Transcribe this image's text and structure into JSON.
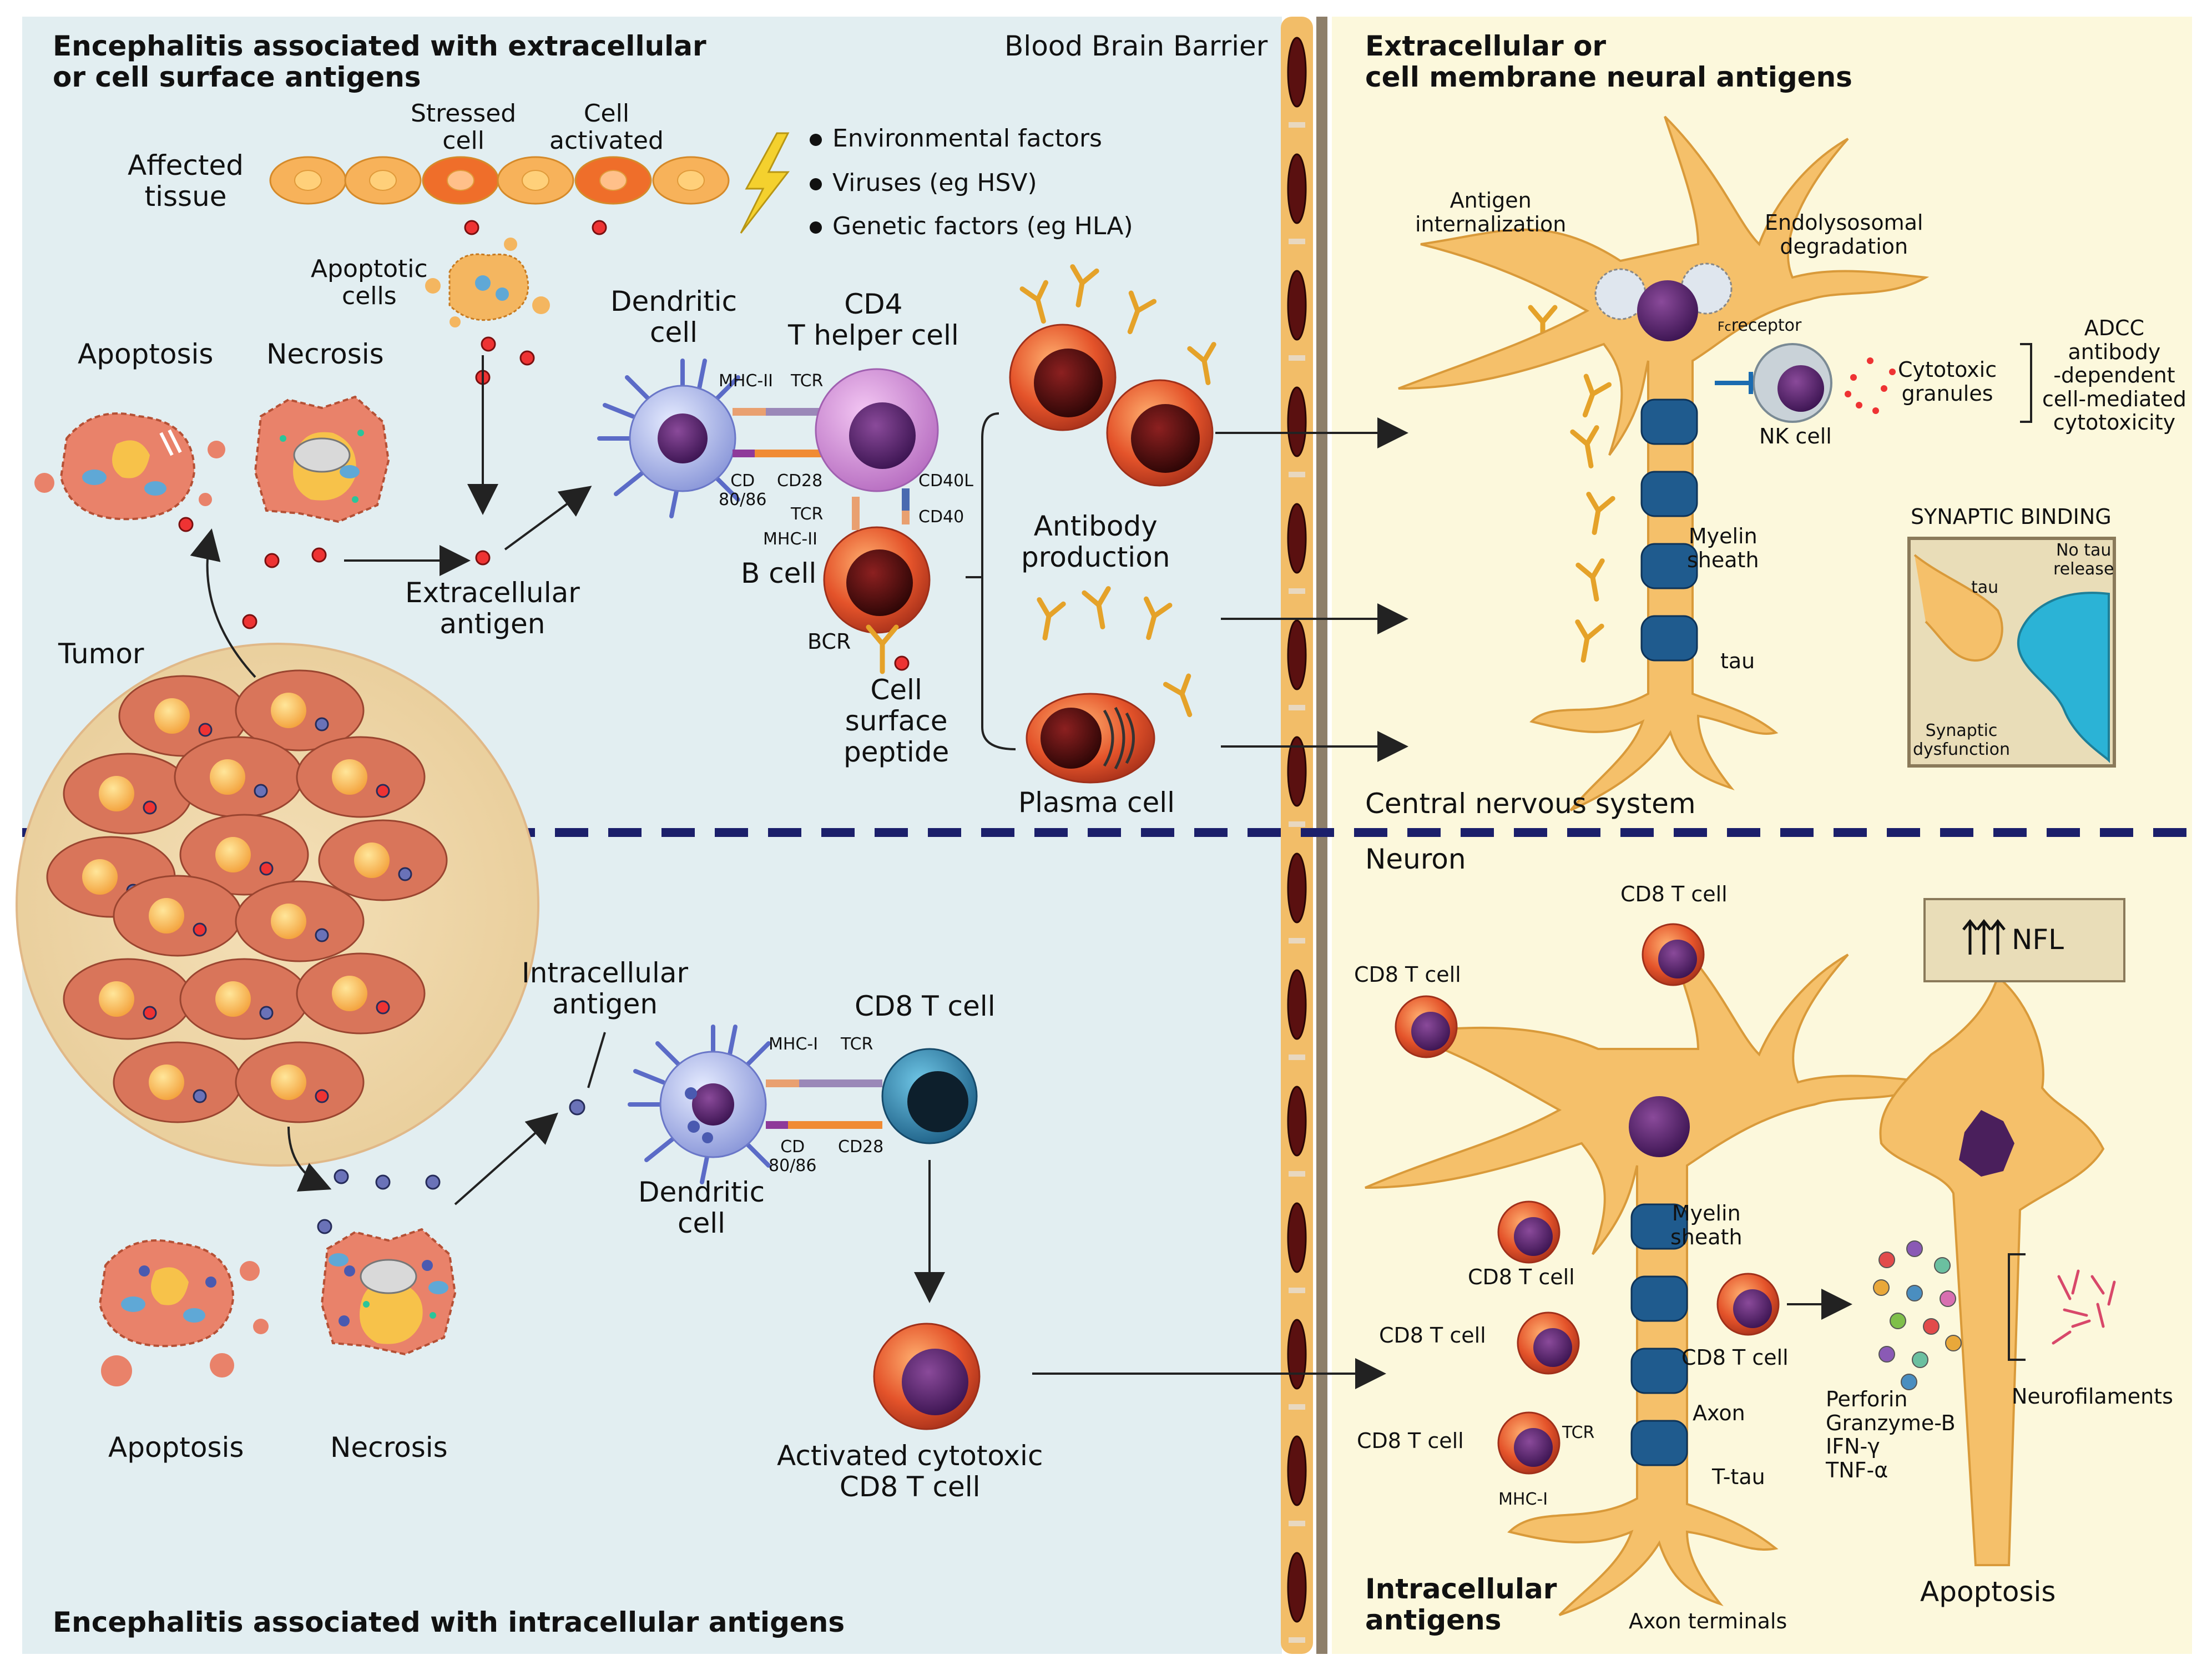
{
  "colors": {
    "left_bg": "#e2eef1",
    "right_bg": "#fcf8dc",
    "bbb_bar": "#f2bd68",
    "bbb_cell": "#5a1010",
    "neuron": "#f5c06a",
    "myelin": "#1f5b8e",
    "divider": "#1b1f6b",
    "cell_orange": "#e4532a",
    "nucleus": "#4a1f5c"
  },
  "headings": {
    "top_left": "Encephalitis associated with extracellular\nor cell surface antigens",
    "bottom_left": "Encephalitis associated with intracellular antigens",
    "top_right": "Extracellular or\ncell membrane neural antigens",
    "bottom_right": "Intracellular\nantigens",
    "bbb": "Blood Brain Barrier",
    "cns": "Central nervous system",
    "neuron": "Neuron"
  },
  "top_left": {
    "affected_tissue": "Affected\ntissue",
    "stressed_cell": "Stressed\ncell",
    "cell_activated": "Cell\nactivated",
    "factors": [
      "Environmental factors",
      "Viruses (eg HSV)",
      "Genetic factors (eg HLA)"
    ],
    "apoptotic_cells": "Apoptotic\ncells",
    "apoptosis": "Apoptosis",
    "necrosis": "Necrosis",
    "extracellular_antigen": "Extracellular\nantigen",
    "tumor": "Tumor",
    "dendritic_cell": "Dendritic\ncell",
    "cd4": "CD4\nT helper cell",
    "mhc2": "MHC-II",
    "tcr": "TCR",
    "cd8086": "CD\n80/86",
    "cd28": "CD28",
    "tcr2": "TCR",
    "mhc2b": "MHC-II",
    "cd40l": "CD40L",
    "cd40": "CD40",
    "b_cell": "B cell",
    "bcr": "BCR",
    "cell_surface_peptide": "Cell\nsurface\npeptide",
    "antibody_production": "Antibody\nproduction",
    "plasma_cell": "Plasma cell"
  },
  "top_right": {
    "antigen_internalization": "Antigen\ninternalization",
    "endolysosomal": "Endolysosomal\ndegradation",
    "fc_receptor_sub": "Fc",
    "fc_receptor": "receptor",
    "nk_cell": "NK cell",
    "cytotoxic_granules": "Cytotoxic\ngranules",
    "adcc": "ADCC\nantibody\n-dependent\ncell-mediated\ncytotoxicity",
    "myelin_sheath": "Myelin\nsheath",
    "tau": "tau",
    "synaptic_binding": "SYNAPTIC BINDING",
    "tau_inner": "tau",
    "no_tau_release": "No tau\nrelease",
    "synaptic_dysfunction": "Synaptic\ndysfunction"
  },
  "bottom_left": {
    "intracellular_antigen": "Intracellular\nantigen",
    "cd8": "CD8 T cell",
    "mhc1": "MHC-I",
    "tcr": "TCR",
    "cd8086": "CD\n80/86",
    "cd28": "CD28",
    "dendritic_cell": "Dendritic\ncell",
    "apoptosis": "Apoptosis",
    "necrosis": "Necrosis",
    "activated": "Activated cytotoxic\nCD8 T cell"
  },
  "bottom_right": {
    "cd8_a": "CD8 T cell",
    "cd8_b": "CD8 T cell",
    "cd8_c": "CD8 T cell",
    "cd8_d": "CD8 T cell",
    "cd8_e": "CD8 T cell",
    "cd8_f": "CD8 T cell",
    "nfl": "NFL",
    "myelin_sheath": "Myelin\nsheath",
    "axon": "Axon",
    "tcr": "TCR",
    "mhc1": "MHC-I",
    "t_tau": "T-tau",
    "axon_terminals": "Axon terminals",
    "perforin": "Perforin\nGranzyme-B\nIFN-γ\nTNF-α",
    "neurofilaments": "Neurofilaments",
    "apoptosis": "Apoptosis"
  }
}
